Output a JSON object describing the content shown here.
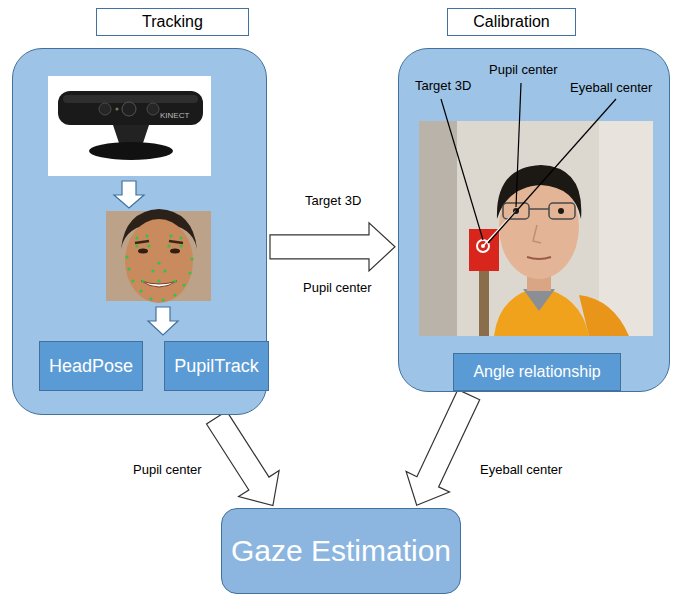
{
  "diagram": {
    "nodes": [
      {
        "text": [
          "Tracking"
        ]
      },
      {
        "text": [
          "HeadPose"
        ],
        "in": 0
      },
      {
        "text": [
          "PupilTrack"
        ],
        "in": 0
      },
      {
        "text": [
          "Calibration"
        ]
      },
      {
        "text": [
          "Angle relationship"
        ],
        "in": 3
      },
      {
        "text": [
          "Gaze Estimation"
        ]
      }
    ],
    "edges": [
      {
        "from": 0,
        "to": 3,
        "arrow": "to",
        "label": "Target 3D"
      },
      {
        "from": 0,
        "to": 5,
        "arrow": "to",
        "label": "Pupil center"
      },
      {
        "from": 3,
        "to": 5,
        "arrow": "to",
        "label": "Eyeball center"
      }
    ],
    "labels": [
      "Pupil center",
      "KINECT",
      "Target 3D",
      "Pupil center",
      "Eyeball center"
    ]
  }
}
